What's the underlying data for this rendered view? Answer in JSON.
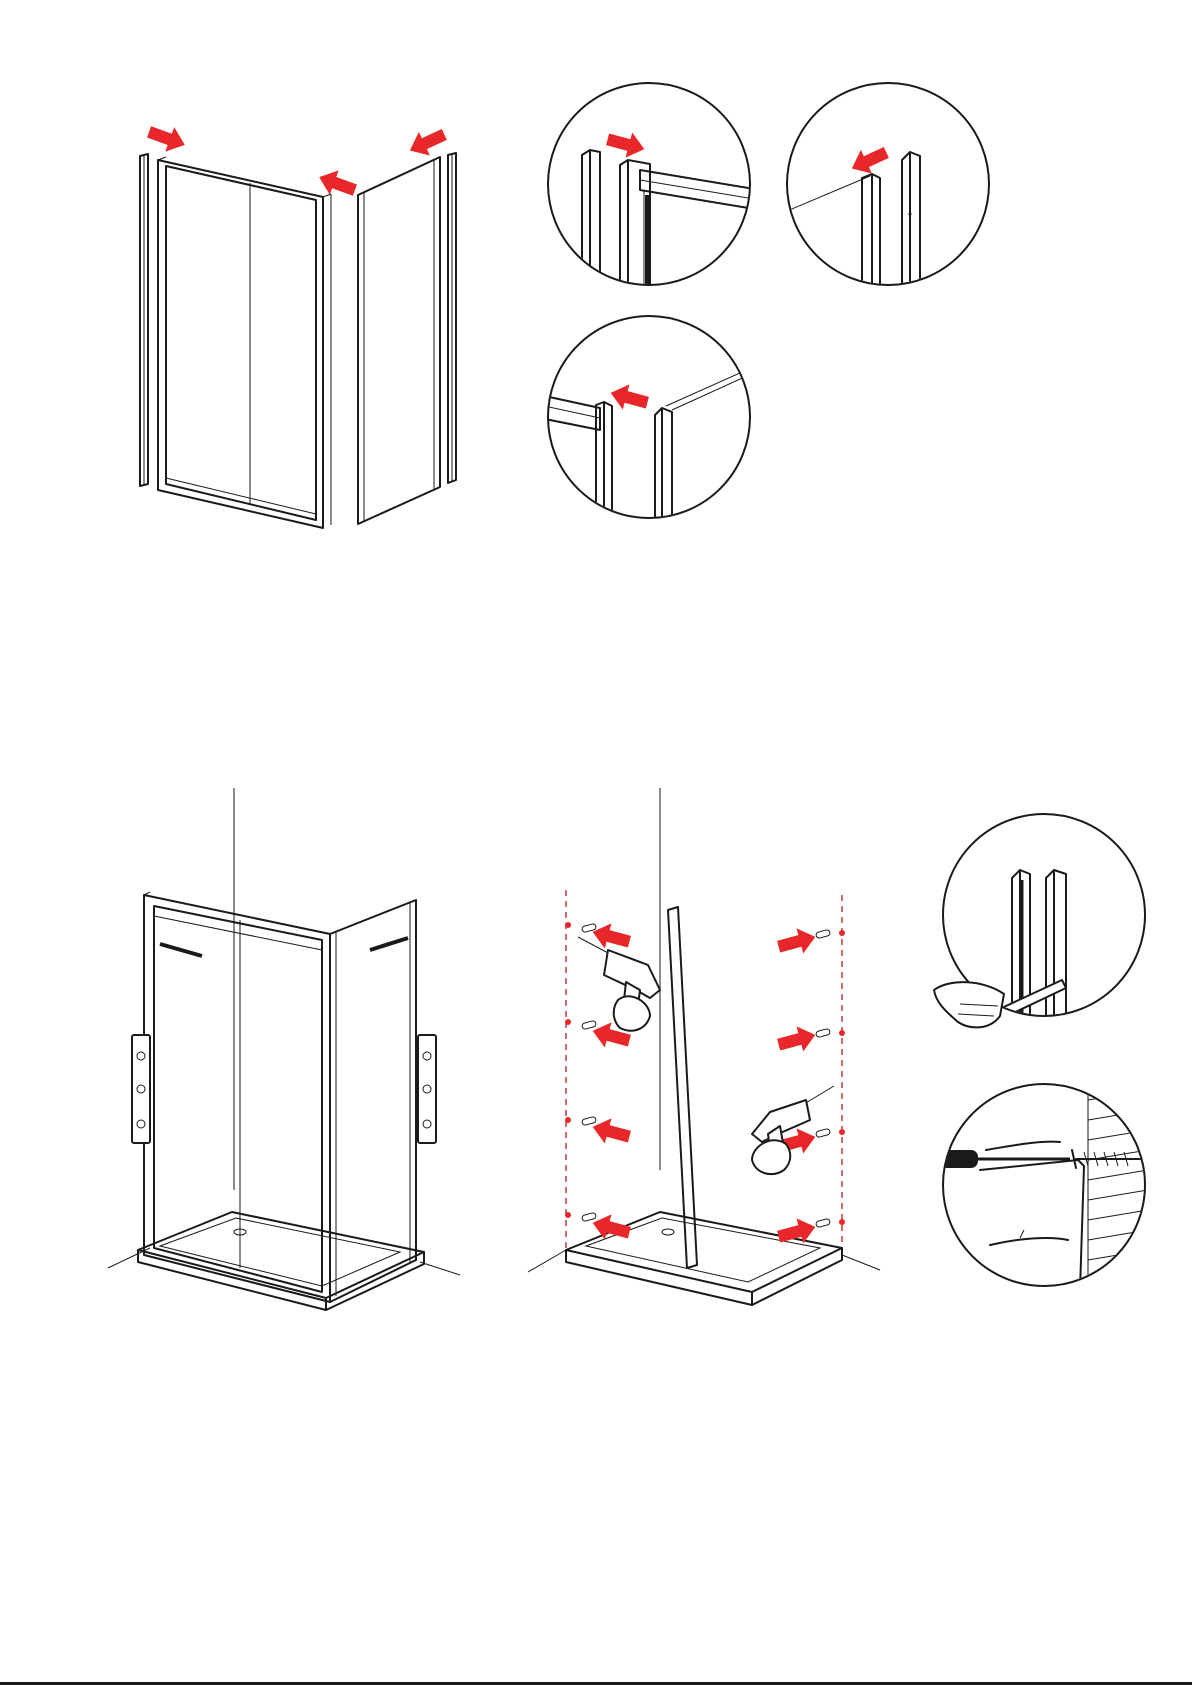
{
  "colors": {
    "line": "#1a1a1a",
    "arrow": "#e8272a",
    "drill_mark": "#e8272a",
    "background": "#ffffff"
  },
  "diagram": {
    "step_top": {
      "callouts": [
        "top-left-joint",
        "top-right-joint",
        "lower-joint"
      ],
      "arrow_count": 3
    },
    "step_bottom": {
      "callouts": [
        "seal-strip",
        "screw-wall-plug"
      ],
      "wall_mark_rows": 4,
      "icons": [
        "spirit-level-icon",
        "drill-icon",
        "hand-icon",
        "screwdriver-icon"
      ]
    }
  }
}
